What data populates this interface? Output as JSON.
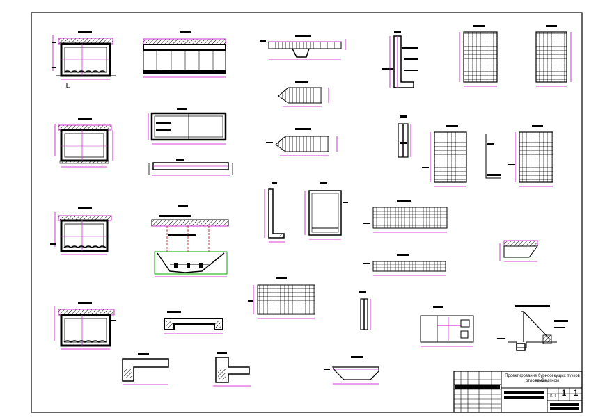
{
  "sheet": {
    "title_block": {
      "title_line1": "Проектирование бурносекущих пучков труб на",
      "title_line2": "отложения этном",
      "sheet_no": "1",
      "sheets_total": "1",
      "stage": "КП"
    }
  },
  "colors": {
    "line": "#000000",
    "dimension": "#cc00cc",
    "hatch": "#cc33cc",
    "section": "#cc0000",
    "ground": "#00aa00"
  }
}
